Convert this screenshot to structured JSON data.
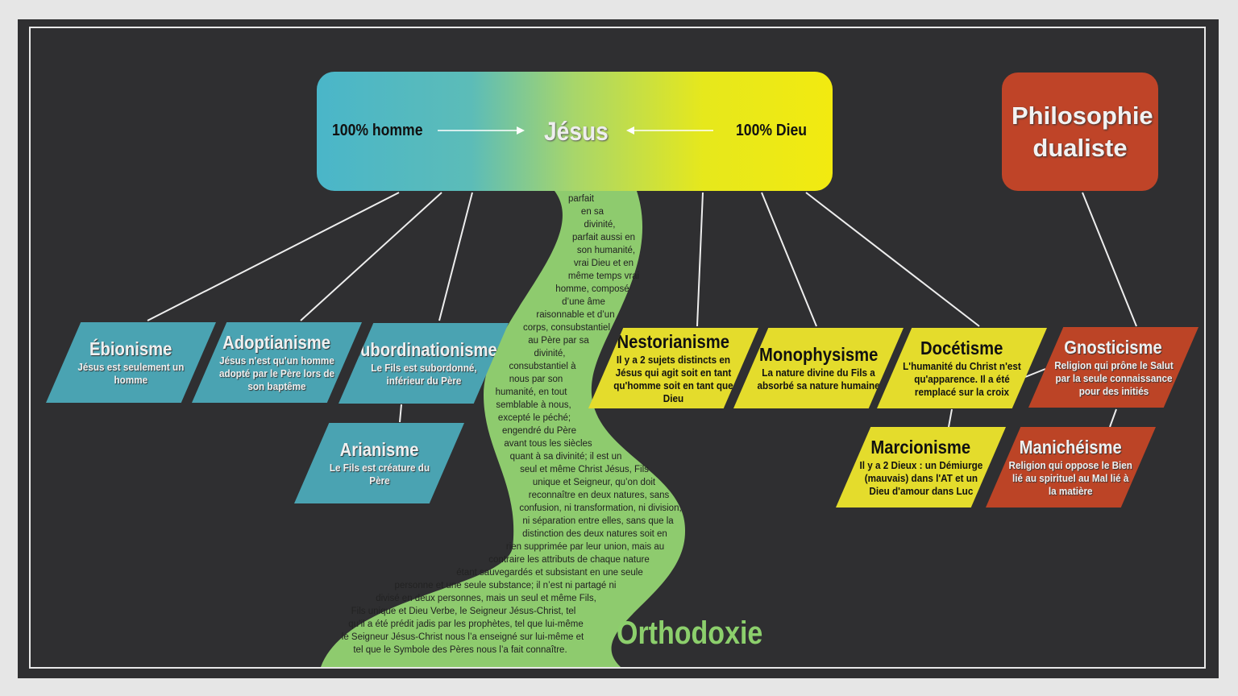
{
  "title_box": {
    "left": "100% homme",
    "center": "Jésus",
    "right": "100% Dieu"
  },
  "philosophy_box": {
    "label": "Philosophie dualiste"
  },
  "heresies": [
    {
      "id": "ebionisme",
      "title": "Ébionisme",
      "text": [
        "Jésus est seulement un",
        "homme"
      ],
      "color": "teal"
    },
    {
      "id": "adoptianisme",
      "title": "Adoptianisme",
      "text": [
        "Jésus n'est qu'un homme",
        "adopté par le Père lors de",
        "son baptême"
      ],
      "color": "teal"
    },
    {
      "id": "subordinationisme",
      "title": "Subordinationisme",
      "text": [
        "Le Fils est subordonné,",
        "inférieur du Père"
      ],
      "color": "teal"
    },
    {
      "id": "arianisme",
      "title": "Arianisme",
      "text": [
        "Le Fils est créature du",
        "Père"
      ],
      "color": "teal"
    },
    {
      "id": "nestorianisme",
      "title": "Nestorianisme",
      "text": [
        "Il y a 2 sujets distincts en",
        "Jésus qui agit soit en tant",
        "qu'homme soit en tant que",
        "Dieu"
      ],
      "color": "yellow"
    },
    {
      "id": "monophysisme",
      "title": "Monophysisme",
      "text": [
        "La nature divine du Fils a",
        "absorbé sa nature humaine"
      ],
      "color": "yellow"
    },
    {
      "id": "docetisme",
      "title": "Docétisme",
      "text": [
        "L'humanité du Christ n'est",
        "qu'apparence. Il a été",
        "remplacé sur la croix"
      ],
      "color": "yellow"
    },
    {
      "id": "gnosticisme",
      "title": "Gnosticisme",
      "text": [
        "Religion qui prône le Salut",
        "par la seule connaissance",
        "pour des initiés"
      ],
      "color": "red"
    },
    {
      "id": "marcionisme",
      "title": "Marcionisme",
      "text": [
        "Il y a 2 Dieux : un Démiurge",
        "(mauvais) dans l'AT et un",
        "Dieu d'amour dans Luc"
      ],
      "color": "yellow"
    },
    {
      "id": "manicheisme",
      "title": "Manichéisme",
      "text": [
        "Religion qui oppose le Bien",
        "lié au spirituel au Mal lié à",
        "la matière"
      ],
      "color": "red"
    }
  ],
  "orthodoxy": {
    "label": "Orthodoxie",
    "lines": [
      "parfait",
      "en sa",
      "divinité,",
      "parfait aussi en",
      "son humanité,",
      "vrai Dieu et en",
      "même temps vrai",
      "homme, composé",
      "d’une âme",
      "raisonnable et d’un",
      "corps, consubstantiel",
      "au Père par sa",
      "divinité,",
      "consubstantiel à",
      "nous par son",
      "humanité, en tout",
      "semblable à nous,",
      "excepté le péché;",
      "engendré du Père",
      "avant tous les siècles",
      "quant à sa divinité; il est un",
      "seul et même Christ Jésus, Fils",
      "unique et Seigneur, qu’on doit",
      "reconnaître en deux natures, sans",
      "confusion, ni transformation, ni division,",
      "ni séparation entre elles, sans que la",
      "distinction des deux natures soit en",
      "rien supprimée par leur union, mais au",
      "contraire les attributs de chaque nature",
      "étant sauvegardés et subsistant en une seule",
      "personne et une seule substance; il n’est ni partagé ni",
      "divisé en deux personnes, mais un seul et même Fils,",
      "Fils unique et Dieu Verbe, le Seigneur Jésus-Christ, tel",
      "qu’il a été prédit jadis par les prophètes, tel que lui-même",
      "le Seigneur Jésus-Christ nous l’a enseigné sur lui-même et",
      "tel que le Symbole des Pères nous l’a fait connaître."
    ]
  },
  "colors": {
    "teal": "#4aa3b2",
    "yellow": "#e4dc2c",
    "red": "#bc4426",
    "green": "#8ecb6e",
    "background": "#2f2f31"
  }
}
